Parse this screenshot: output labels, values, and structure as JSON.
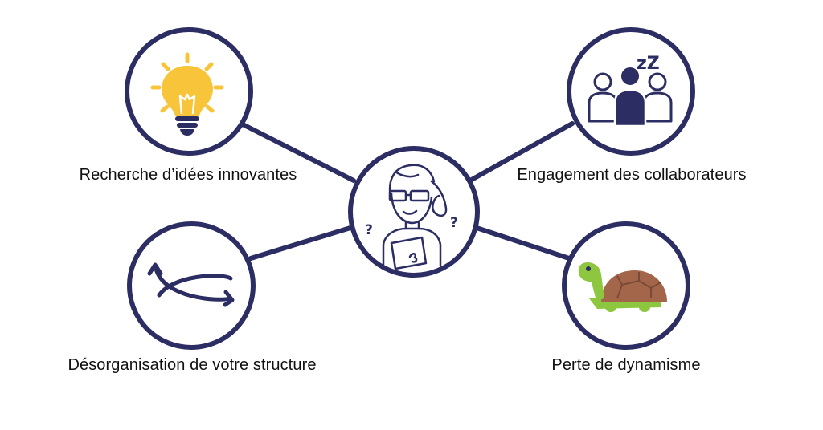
{
  "labels": {
    "top_left": "Recherche d’idées innovantes",
    "top_right": "Engagement des collaborateurs",
    "bottom_left": "Désorganisation de votre structure",
    "bottom_right": "Perte de dynamisme"
  },
  "icons": {
    "center": "confused-person-icon",
    "top_left": "lightbulb-icon",
    "top_right": "sleeping-team-icon",
    "bottom_left": "crossed-arrows-icon",
    "bottom_right": "turtle-icon"
  },
  "sleep_text": "zZ",
  "question_mark": "?",
  "colors": {
    "navy": "#2b2d63",
    "bulb_yellow": "#f8c43a",
    "turtle_shell": "#a3664a",
    "turtle_body": "#8dc63f"
  }
}
